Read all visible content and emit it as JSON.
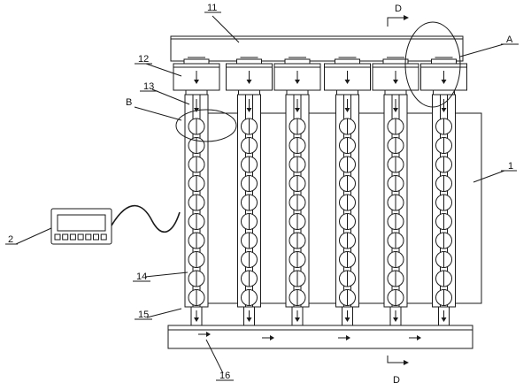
{
  "labels": {
    "n1": "1",
    "n2": "2",
    "n11": "11",
    "n12": "12",
    "n13": "13",
    "n14": "14",
    "n15": "15",
    "n16": "16",
    "A": "A",
    "B": "B",
    "D_top": "D",
    "D_bottom": "D"
  },
  "modules": {
    "count": 6,
    "circles_per_column": 10
  },
  "colors": {
    "line": "#1a1a1a",
    "paper": "#ffffff"
  }
}
